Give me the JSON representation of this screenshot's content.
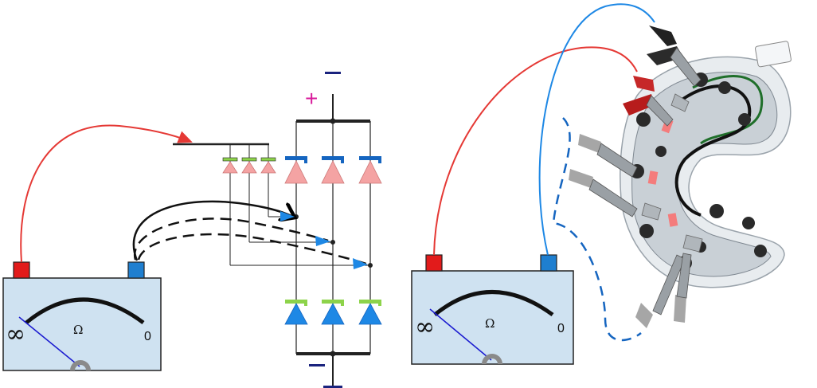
{
  "colors": {
    "positive_wire": "#e53935",
    "negative_wire": "#1565c0",
    "meter_face": "#cfe2f1",
    "pos_terminal": "#e21b1b",
    "neg_terminal": "#1f7fd0",
    "pink_diode": "#f4a3a3",
    "blue_diode": "#1e88e5",
    "diode_bar_green": "#8dd34a",
    "diode_bar_blue": "#1565c0",
    "plus_sign": "#d81b9b",
    "minus_sign": "#1a237e"
  },
  "left_meter": {
    "infinity": "∞",
    "ohm": "Ω",
    "zero": "0"
  },
  "right_meter": {
    "infinity": "∞",
    "ohm": "Ω",
    "zero": "0"
  },
  "circuit": {
    "plus_label": "+",
    "minus_top_label": "−",
    "minus_bottom_label": "−"
  },
  "photo": {
    "subject": "alternator-rectifier-bridge-photo",
    "clips": "alligator-test-clips"
  }
}
